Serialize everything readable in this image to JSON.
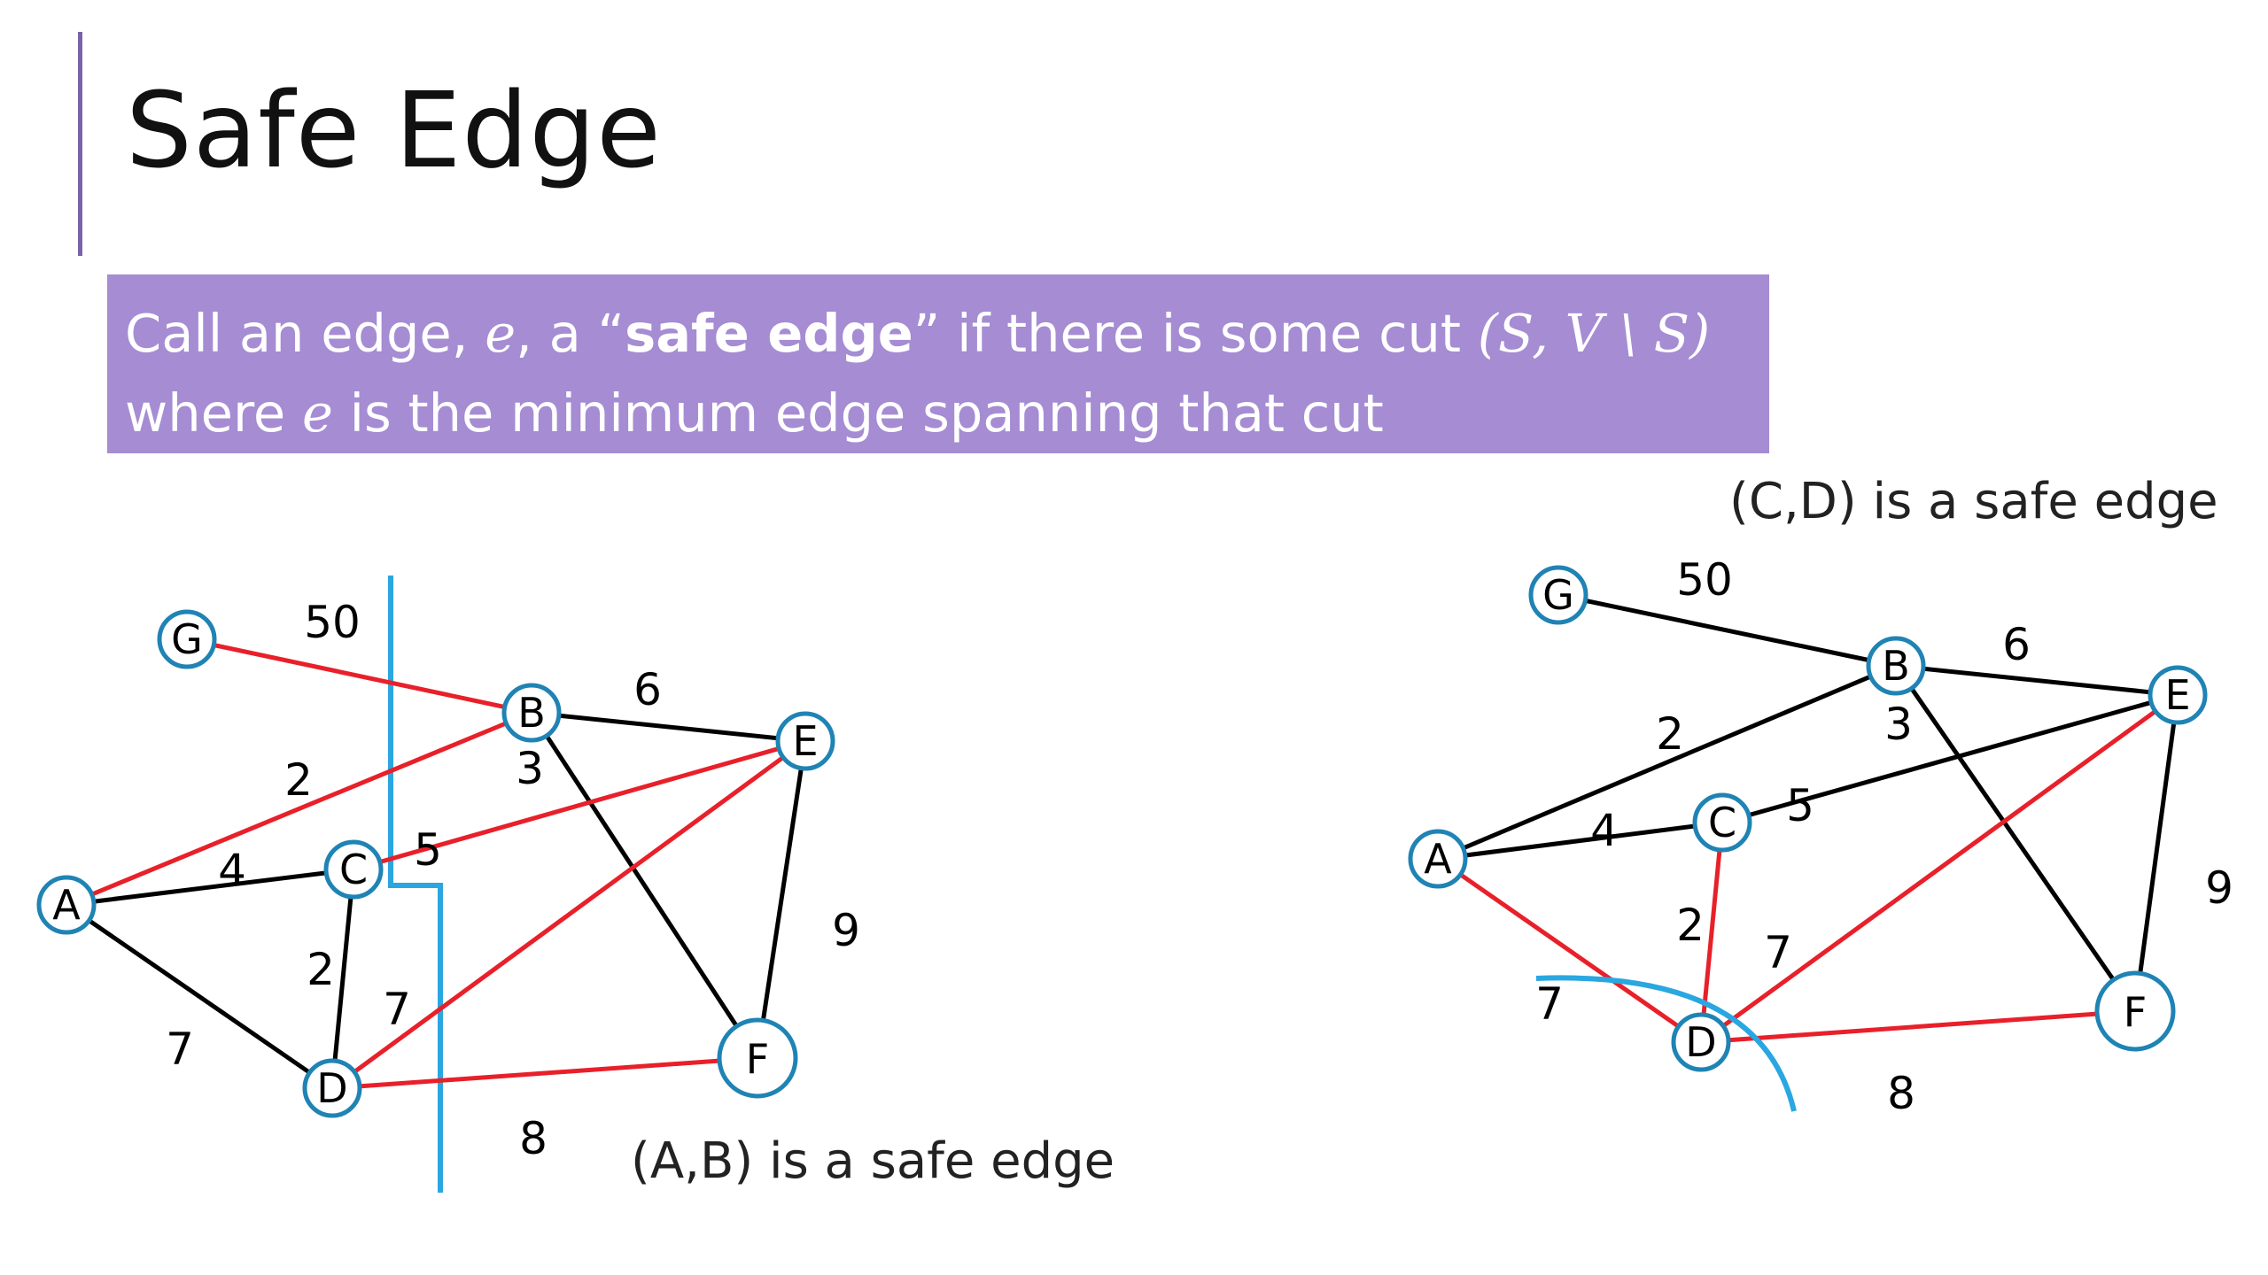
{
  "slide": {
    "title": "Safe Edge",
    "definition": {
      "line1_a": "Call an edge, ",
      "line1_e": "e",
      "line1_b": ", a “",
      "line1_bold": "safe edge",
      "line1_c": "” if there is some cut ",
      "line1_math": "(S, V \\ S)",
      "line2_a": "where ",
      "line2_e": "e",
      "line2_b": " is the minimum edge spanning that cut"
    }
  },
  "colors": {
    "accent": "#7b62a8",
    "box": "#a58cd3",
    "node_stroke": "#1f83b4",
    "cut": "#2aa7e0",
    "edge_selected": "#e8202a",
    "edge_normal": "#000000"
  },
  "left_graph": {
    "caption": "(A,B) is a safe edge",
    "nodes": [
      "G",
      "B",
      "E",
      "A",
      "C",
      "D",
      "F"
    ],
    "weights": [
      "50",
      "6",
      "2",
      "3",
      "4",
      "5",
      "9",
      "2",
      "7",
      "7",
      "8"
    ]
  },
  "right_graph": {
    "caption": "(C,D) is a safe edge",
    "nodes": [
      "G",
      "B",
      "E",
      "C",
      "A",
      "D",
      "F"
    ],
    "weights": [
      "50",
      "6",
      "2",
      "3",
      "5",
      "4",
      "9",
      "2",
      "7",
      "7",
      "8"
    ]
  }
}
